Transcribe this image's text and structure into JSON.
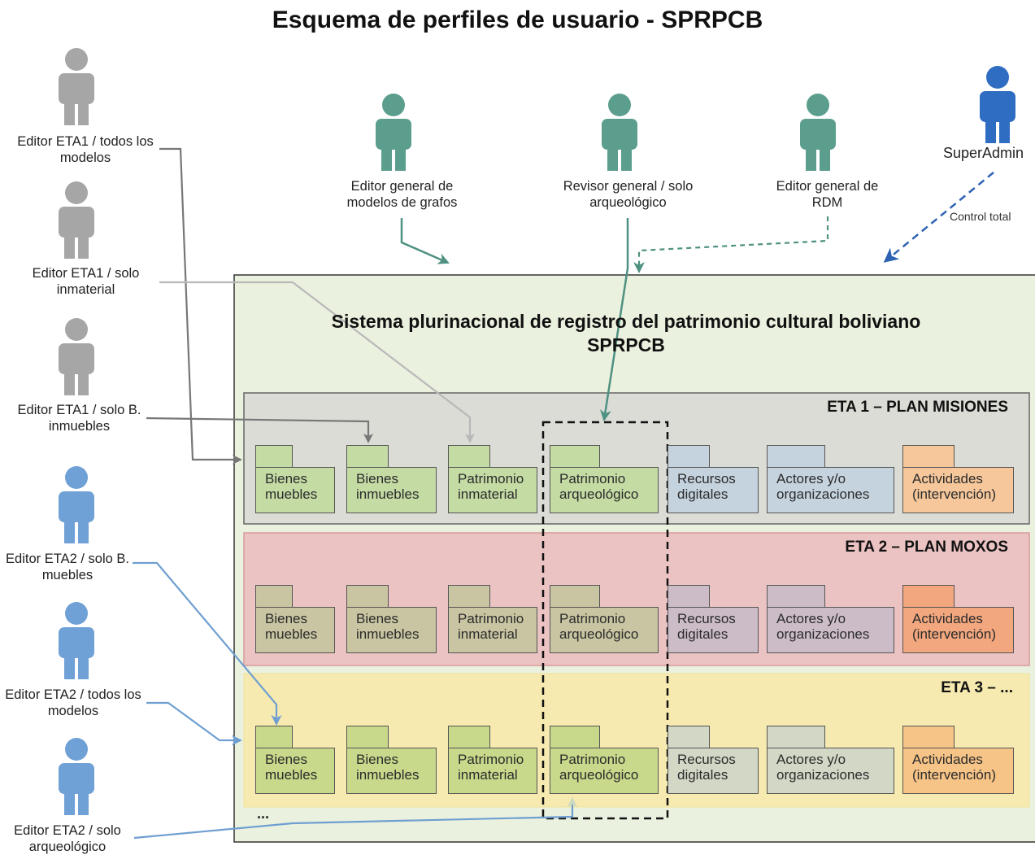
{
  "title": "Esquema de perfiles de usuario - SPRPCB",
  "system": {
    "title_line1": "Sistema plurinacional de registro del patrimonio cultural boliviano",
    "title_line2": "SPRPCB"
  },
  "colors": {
    "gray_user": "#a6a6a6",
    "teal_user": "#5b9e8e",
    "blue_user": "#6fa0d6",
    "superadmin": "#2f6dc2",
    "system_bg": "#ebf1df",
    "eta1_bg": "#dcdcd6",
    "eta2_bg": "#ecc3c3",
    "eta3_bg": "#f6eab0",
    "pkg_green": "#c4dba4",
    "pkg_blue": "#c5d3df",
    "pkg_orange": "#f5c79a"
  },
  "users": {
    "eta1_todos": "Editor ETA1 / todos los modelos",
    "eta1_inmaterial": "Editor ETA1 / solo inmaterial",
    "eta1_binmuebles": "Editor ETA1 / solo B. inmuebles",
    "eta2_bmuebles": "Editor ETA2 / solo B. muebles",
    "eta2_todos": "Editor ETA2 / todos los modelos",
    "eta2_arqueologico": "Editor ETA2 / solo arqueológico",
    "editor_grafos": "Editor general de modelos de grafos",
    "revisor_arqueologico": "Revisor general / solo arqueológico",
    "editor_rdm": "Editor general de RDM",
    "superadmin": "SuperAdmin"
  },
  "control_total": "Control total",
  "etas": [
    {
      "title": "ETA 1 – PLAN MISIONES",
      "packages": [
        {
          "line1": "Bienes",
          "line2": "muebles"
        },
        {
          "line1": "Bienes",
          "line2": "inmuebles"
        },
        {
          "line1": "Patrimonio",
          "line2": "inmaterial"
        },
        {
          "line1": "Patrimonio",
          "line2": "arqueológico"
        },
        {
          "line1": "Recursos",
          "line2": "digitales"
        },
        {
          "line1": "Actores y/o",
          "line2": "organizaciones"
        },
        {
          "line1": "Actividades",
          "line2": "(intervención)"
        }
      ]
    },
    {
      "title": "ETA 2 – PLAN MOXOS",
      "packages": [
        {
          "line1": "Bienes",
          "line2": "muebles"
        },
        {
          "line1": "Bienes",
          "line2": "inmuebles"
        },
        {
          "line1": "Patrimonio",
          "line2": "inmaterial"
        },
        {
          "line1": "Patrimonio",
          "line2": "arqueológico"
        },
        {
          "line1": "Recursos",
          "line2": "digitales"
        },
        {
          "line1": "Actores y/o",
          "line2": "organizaciones"
        },
        {
          "line1": "Actividades",
          "line2": "(intervención)"
        }
      ]
    },
    {
      "title": "ETA 3 – ...",
      "packages": [
        {
          "line1": "Bienes",
          "line2": "muebles"
        },
        {
          "line1": "Bienes",
          "line2": "inmuebles"
        },
        {
          "line1": "Patrimonio",
          "line2": "inmaterial"
        },
        {
          "line1": "Patrimonio",
          "line2": "arqueológico"
        },
        {
          "line1": "Recursos",
          "line2": "digitales"
        },
        {
          "line1": "Actores y/o",
          "line2": "organizaciones"
        },
        {
          "line1": "Actividades",
          "line2": "(intervención)"
        }
      ]
    }
  ],
  "more": "..."
}
